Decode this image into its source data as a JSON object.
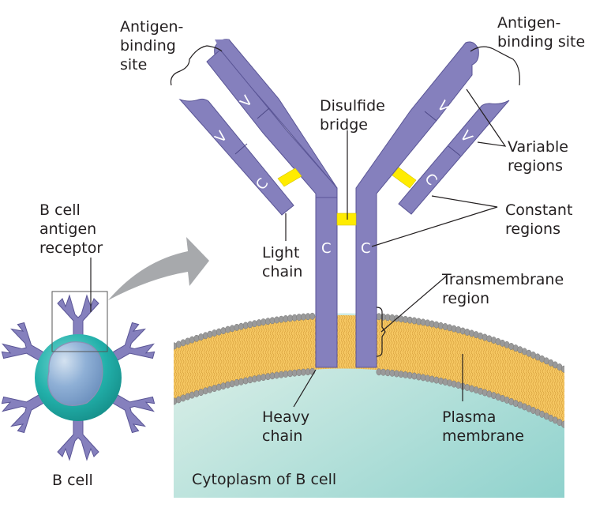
{
  "diagram": {
    "colors": {
      "antibody": "#8580bd",
      "antibody_stroke": "#5a5596",
      "disulfide": "#ffec00",
      "lipid_tail": "#f4c35c",
      "lipid_head": "#9a9a9a",
      "cell_body": "#2bb3ad",
      "nucleus": "#8aa9cf",
      "cytoplasm_light": "#e6f2ea",
      "cytoplasm_dark": "#93d3cf",
      "arrow": "#a7a9ac",
      "text": "#231f20"
    },
    "labels": {
      "antigen_binding_left": [
        "Antigen-",
        "binding",
        "site"
      ],
      "antigen_binding_right": [
        "Antigen-",
        "binding site"
      ],
      "disulfide_bridge": [
        "Disulfide",
        "bridge"
      ],
      "variable_regions": [
        "Variable",
        "regions"
      ],
      "constant_regions": [
        "Constant",
        "regions"
      ],
      "b_cell_receptor": [
        "B cell",
        "antigen",
        "receptor"
      ],
      "light_chain": [
        "Light",
        "chain"
      ],
      "transmembrane_region": [
        "Transmembrane",
        "region"
      ],
      "heavy_chain": [
        "Heavy",
        "chain"
      ],
      "plasma_membrane": [
        "Plasma",
        "membrane"
      ],
      "b_cell": "B cell",
      "cytoplasm": "Cytoplasm of B cell"
    },
    "domain_letters": {
      "variable": "V",
      "constant": "C"
    }
  }
}
